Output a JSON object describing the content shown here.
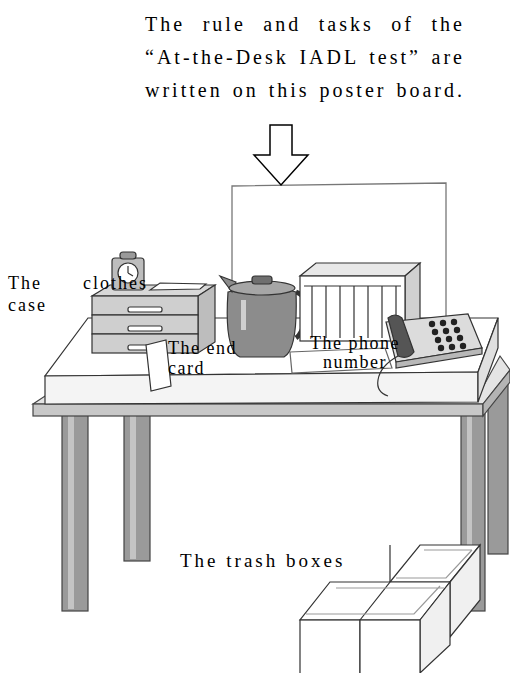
{
  "diagram": {
    "labels": [
      "The rule and tasks of the “At-the-Desk IADL test” are written on this poster board.",
      "The clothes case",
      "The end card",
      "The phone number",
      "The trash boxes"
    ]
  }
}
